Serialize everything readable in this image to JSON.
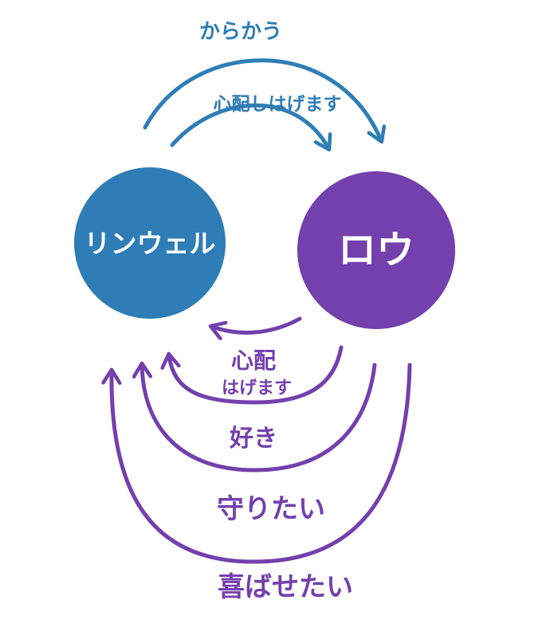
{
  "colors": {
    "blue": "#2f7db6",
    "purple": "#7340ad",
    "arrow_blue": "#2f7db6",
    "arrow_purple": "#7340ad",
    "background": "#ffffff"
  },
  "nodes": {
    "left": {
      "label": "リンウェル"
    },
    "right": {
      "label": "ロウ"
    }
  },
  "edges": {
    "tease": {
      "label": "からかう"
    },
    "worry_to_rou": {
      "label": "心配しはげます"
    },
    "worry_to_rinwell": {
      "label_line1": "心配",
      "label_line2": "はげます"
    },
    "like": {
      "label": "好き"
    },
    "protect": {
      "label": "守りたい"
    },
    "please": {
      "label": "喜ばせたい"
    }
  }
}
